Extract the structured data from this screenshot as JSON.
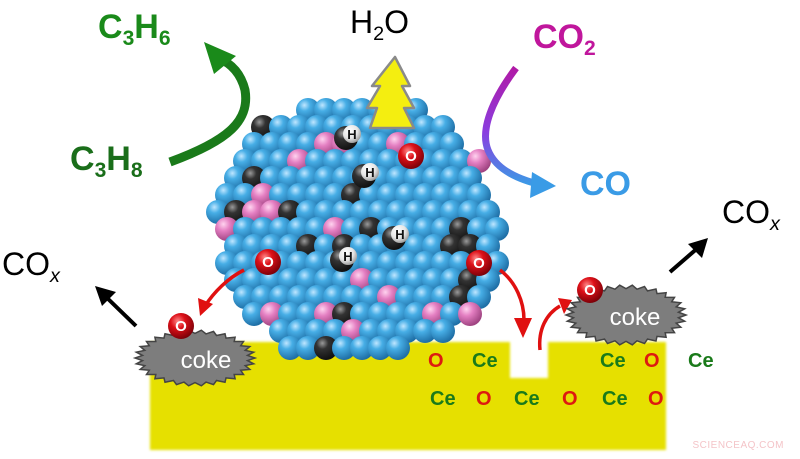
{
  "diagram": {
    "title_molecules": {
      "c3h6": {
        "base": "C",
        "sub1": "3",
        "mid": "H",
        "sub2": "6",
        "color": "#1a8a1a"
      },
      "c3h8": {
        "base": "C",
        "sub1": "3",
        "mid": "H",
        "sub2": "8",
        "color": "#1a6e1a"
      },
      "h2o": {
        "base": "H",
        "sub1": "2",
        "mid": "O",
        "color": "#000000"
      },
      "co2": {
        "base": "CO",
        "sub1": "2",
        "color": "#c0169c"
      },
      "co": {
        "text": "CO",
        "color": "#3a9be6"
      },
      "cox_left": {
        "base": "CO",
        "sub1": "x",
        "color": "#000000"
      },
      "cox_right": {
        "base": "CO",
        "sub1": "x",
        "color": "#000000"
      }
    },
    "coke_left": {
      "label": "coke",
      "oxygen": "O"
    },
    "coke_right": {
      "label": "coke",
      "oxygen": "O"
    },
    "nanoparticle": {
      "atom_labels": {
        "hydrogen": "H",
        "oxygen": "O"
      },
      "colors": {
        "metal": "#3aa3dc",
        "pink": "#e07fbf",
        "black": "#2a2a2a",
        "oxygen": "#d0101a"
      }
    },
    "substrate": {
      "color": "#e6e000",
      "row1": [
        {
          "t": "O",
          "c": "#dd1a10"
        },
        {
          "t": "Ce",
          "c": "#1a7a1a"
        },
        {
          "t": "",
          "c": "transparent"
        },
        {
          "t": "Ce",
          "c": "#1a7a1a"
        },
        {
          "t": "O",
          "c": "#dd1a10"
        },
        {
          "t": "Ce",
          "c": "#1a7a1a"
        }
      ],
      "row2": [
        {
          "t": "Ce",
          "c": "#1a7a1a"
        },
        {
          "t": "O",
          "c": "#dd1a10"
        },
        {
          "t": "Ce",
          "c": "#1a7a1a"
        },
        {
          "t": "O",
          "c": "#dd1a10"
        },
        {
          "t": "Ce",
          "c": "#1a7a1a"
        },
        {
          "t": "O",
          "c": "#dd1a10"
        }
      ]
    },
    "watermark": "SCIENCEAQ.COM"
  }
}
